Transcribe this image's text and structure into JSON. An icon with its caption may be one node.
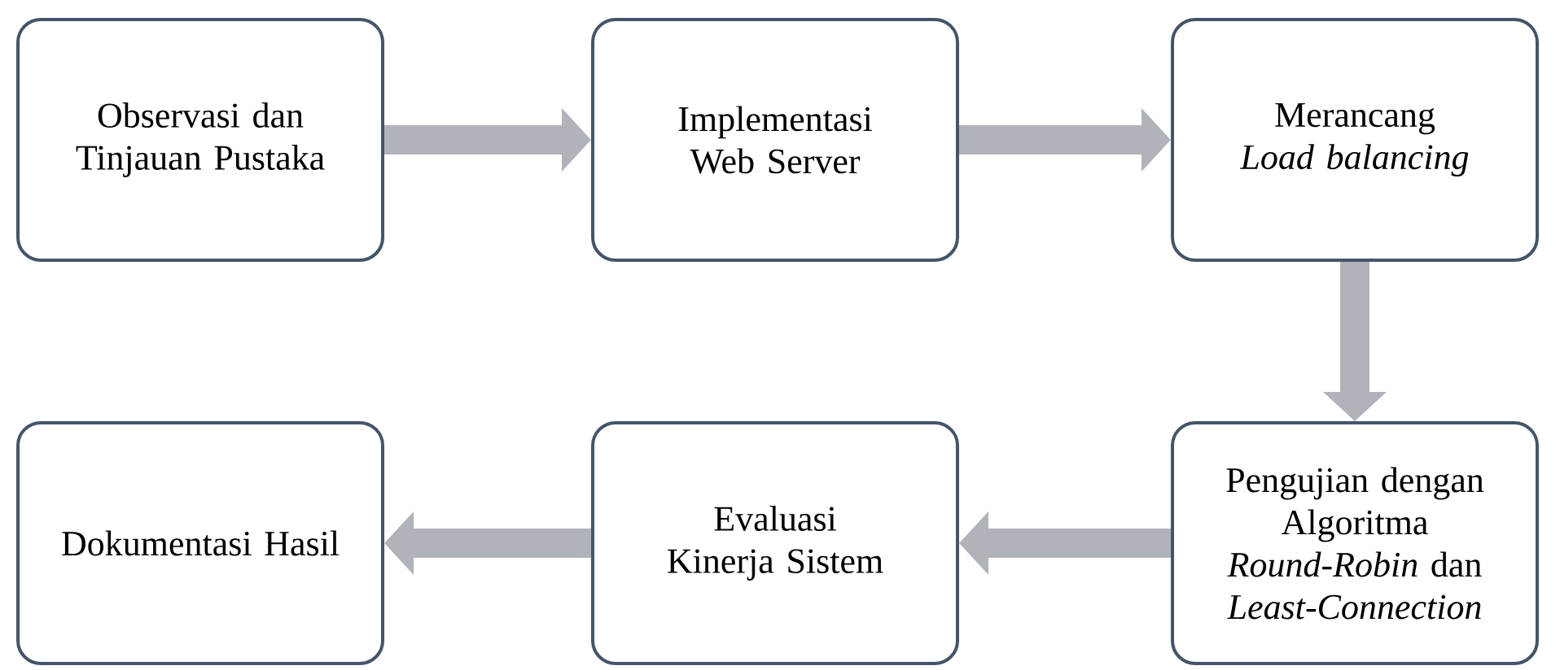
{
  "diagram": {
    "nodes": [
      {
        "text": [
          "Observasi dan Tinjauan Pustaka"
        ]
      },
      {
        "text": [
          "Implementasi Web Server"
        ]
      },
      {
        "text": [
          "Merancang *Load balancing*"
        ]
      },
      {
        "text": [
          "Pengujian dengan Algoritma *Round-Robin* dan *Least-Connection*"
        ]
      },
      {
        "text": [
          "Evaluasi Kinerja Sistem"
        ]
      },
      {
        "text": [
          "Dokumentasi Hasil"
        ]
      }
    ],
    "edges": [
      {
        "from": 0,
        "to": 1,
        "arrow": "to"
      },
      {
        "from": 1,
        "to": 2,
        "arrow": "to"
      },
      {
        "from": 2,
        "to": 3,
        "arrow": "to"
      },
      {
        "from": 3,
        "to": 4,
        "arrow": "to"
      },
      {
        "from": 4,
        "to": 5,
        "arrow": "to"
      }
    ]
  }
}
